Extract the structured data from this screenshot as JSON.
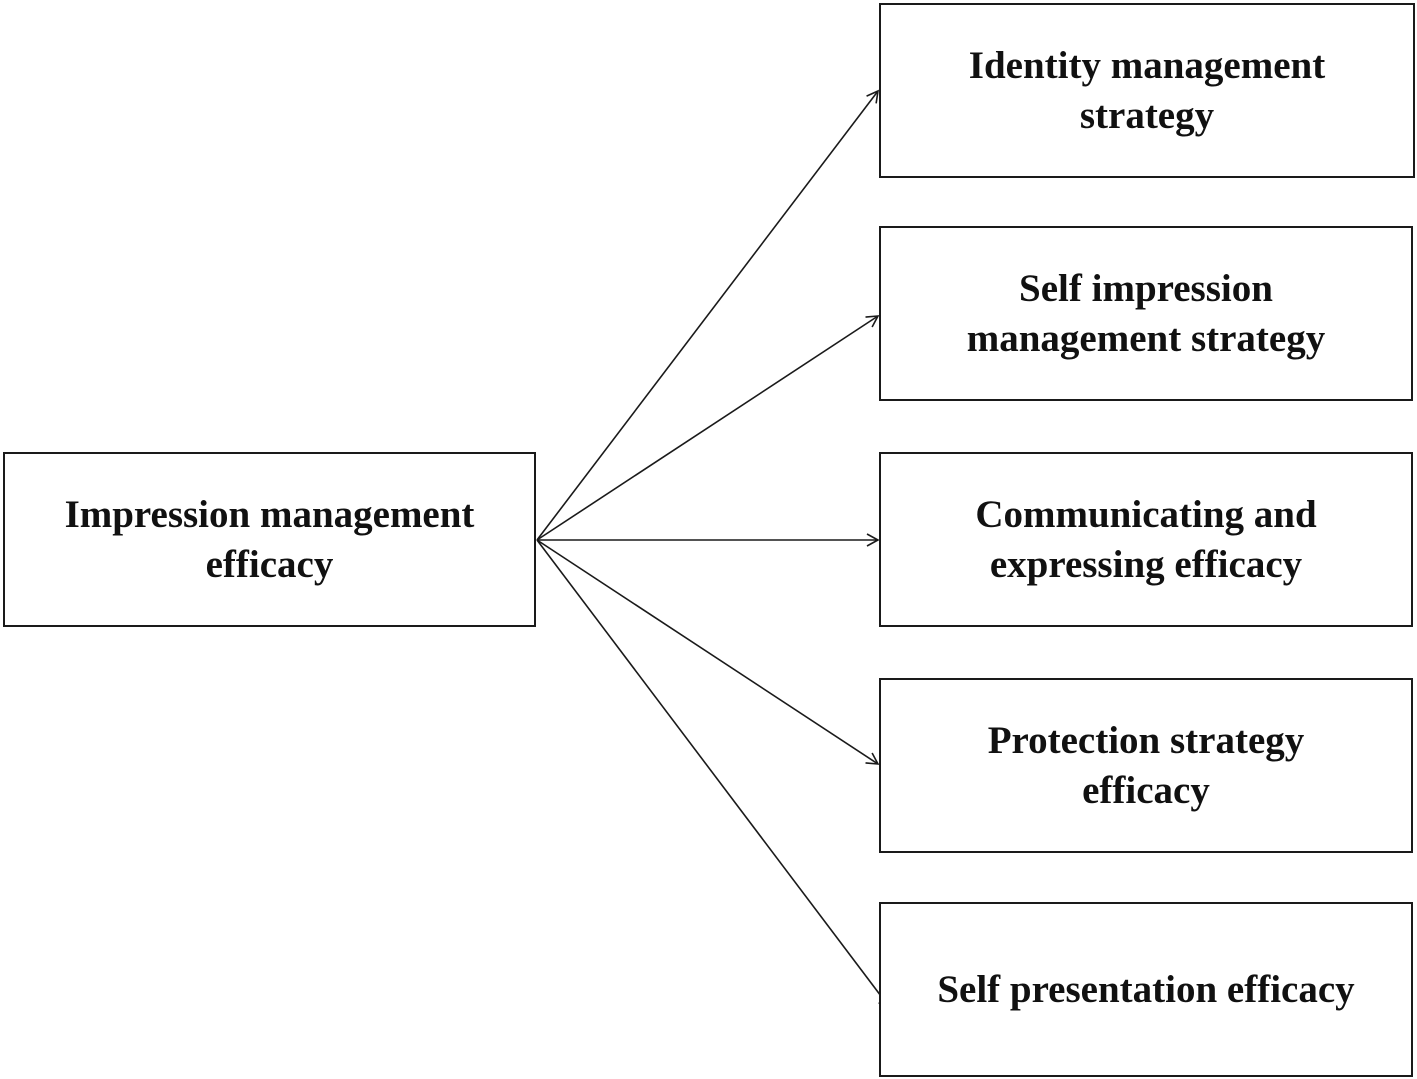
{
  "diagram": {
    "source": {
      "label": "Impression management\nefficacy"
    },
    "targets": [
      {
        "label": "Identity management\nstrategy"
      },
      {
        "label": "Self impression\nmanagement strategy"
      },
      {
        "label": "Communicating and\nexpressing efficacy"
      },
      {
        "label": "Protection strategy\nefficacy"
      },
      {
        "label": "Self presentation efficacy"
      }
    ],
    "colors": {
      "line": "#1a1a1a",
      "text": "#111111",
      "background": "#ffffff"
    }
  }
}
